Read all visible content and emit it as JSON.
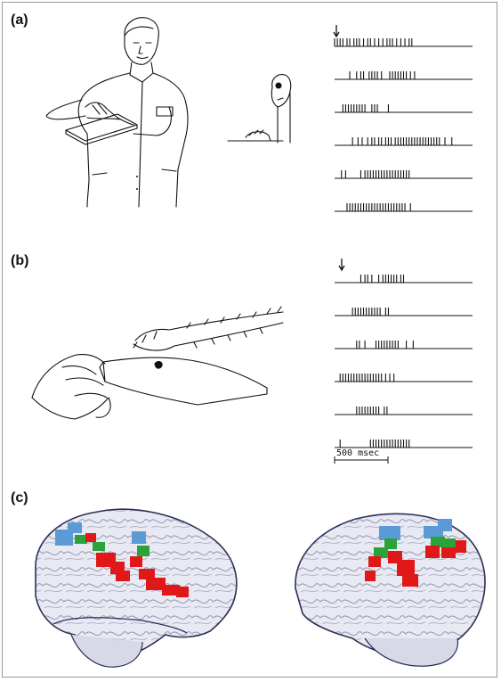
{
  "panels": {
    "a": {
      "label": "(a)"
    },
    "b": {
      "label": "(b)"
    },
    "c": {
      "label": "(c)"
    }
  },
  "scale_bar": {
    "label": "500 msec"
  },
  "colors": {
    "ink": "#111111",
    "brain_outline": "#2a2f55",
    "red": "#e01818",
    "green": "#2aa33a",
    "blue": "#5a9bd6"
  },
  "rasters": {
    "a": [
      [
        0.0,
        0.02,
        0.04,
        0.06,
        0.09,
        0.11,
        0.14,
        0.16,
        0.18,
        0.21,
        0.24,
        0.26,
        0.29,
        0.32,
        0.35,
        0.38,
        0.4,
        0.42,
        0.45,
        0.48,
        0.51,
        0.54,
        0.56
      ],
      [
        0.11,
        0.16,
        0.19,
        0.21,
        0.25,
        0.27,
        0.29,
        0.31,
        0.34,
        0.4,
        0.42,
        0.44,
        0.46,
        0.48,
        0.5,
        0.52,
        0.55,
        0.58
      ],
      [
        0.06,
        0.08,
        0.1,
        0.12,
        0.14,
        0.16,
        0.18,
        0.2,
        0.22,
        0.27,
        0.29,
        0.31,
        0.39
      ],
      [
        0.13,
        0.17,
        0.2,
        0.24,
        0.27,
        0.29,
        0.32,
        0.34,
        0.37,
        0.39,
        0.41,
        0.44,
        0.46,
        0.48,
        0.5,
        0.52,
        0.54,
        0.56,
        0.58,
        0.6,
        0.62,
        0.64,
        0.66,
        0.68,
        0.7,
        0.72,
        0.74,
        0.76,
        0.8,
        0.85
      ],
      [
        0.05,
        0.08,
        0.19,
        0.22,
        0.24,
        0.26,
        0.28,
        0.3,
        0.32,
        0.34,
        0.36,
        0.38,
        0.4,
        0.42,
        0.44,
        0.46,
        0.48,
        0.5,
        0.52,
        0.54
      ],
      [
        0.09,
        0.11,
        0.13,
        0.15,
        0.17,
        0.19,
        0.21,
        0.23,
        0.25,
        0.27,
        0.29,
        0.31,
        0.33,
        0.35,
        0.37,
        0.39,
        0.41,
        0.43,
        0.45,
        0.47,
        0.49,
        0.51,
        0.55
      ]
    ],
    "b": [
      [
        0.19,
        0.22,
        0.24,
        0.27,
        0.32,
        0.35,
        0.37,
        0.39,
        0.41,
        0.43,
        0.45,
        0.48,
        0.5
      ],
      [
        0.13,
        0.15,
        0.17,
        0.19,
        0.21,
        0.23,
        0.25,
        0.27,
        0.29,
        0.31,
        0.33,
        0.37,
        0.39
      ],
      [
        0.16,
        0.18,
        0.22,
        0.3,
        0.32,
        0.34,
        0.36,
        0.38,
        0.4,
        0.42,
        0.44,
        0.46,
        0.52,
        0.57
      ],
      [
        0.04,
        0.06,
        0.08,
        0.1,
        0.12,
        0.14,
        0.16,
        0.18,
        0.2,
        0.22,
        0.24,
        0.26,
        0.28,
        0.3,
        0.32,
        0.34,
        0.37,
        0.4,
        0.43
      ],
      [
        0.16,
        0.18,
        0.2,
        0.22,
        0.24,
        0.26,
        0.28,
        0.3,
        0.32,
        0.36,
        0.38
      ],
      [
        0.04,
        0.26,
        0.28,
        0.3,
        0.32,
        0.34,
        0.36,
        0.38,
        0.4,
        0.42,
        0.44,
        0.46,
        0.48,
        0.5,
        0.52,
        0.54
      ]
    ]
  }
}
